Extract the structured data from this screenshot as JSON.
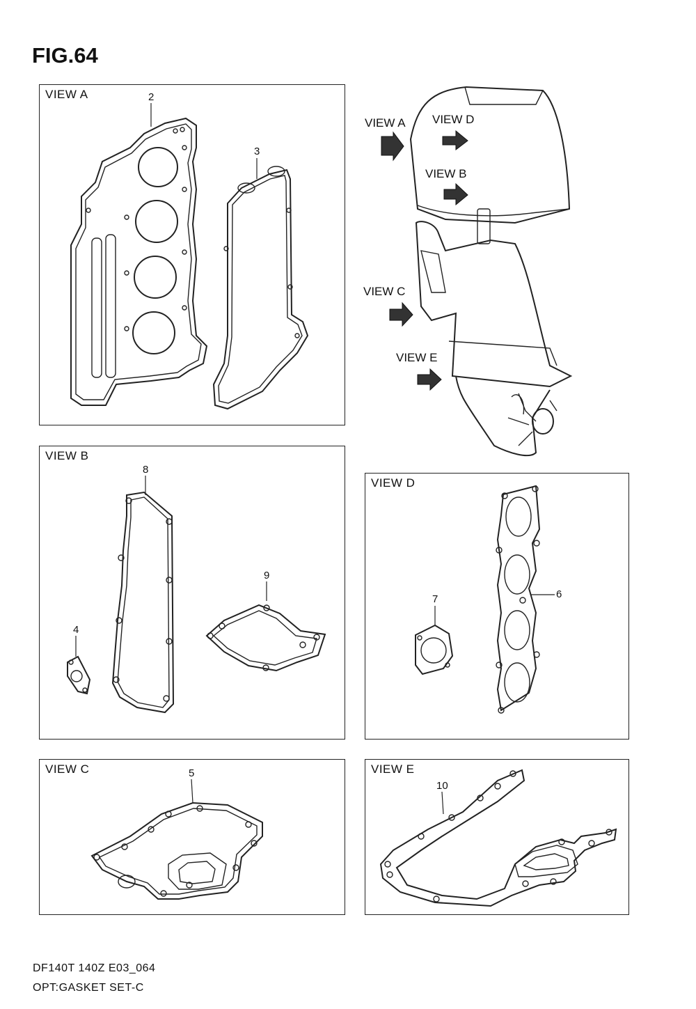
{
  "figure": {
    "title": "FIG.64"
  },
  "panels": {
    "view_a": {
      "label": "VIEW A",
      "parts": [
        "2",
        "3"
      ]
    },
    "view_b": {
      "label": "VIEW B",
      "parts": [
        "8",
        "9",
        "4"
      ]
    },
    "view_c": {
      "label": "VIEW C",
      "parts": [
        "5"
      ]
    },
    "view_d": {
      "label": "VIEW D",
      "parts": [
        "7",
        "6"
      ]
    },
    "view_e": {
      "label": "VIEW E",
      "parts": [
        "10"
      ]
    }
  },
  "engine_views": {
    "view_a": "VIEW A",
    "view_b": "VIEW B",
    "view_c": "VIEW C",
    "view_d": "VIEW D",
    "view_e": "VIEW E"
  },
  "footer": {
    "model": "DF140T 140Z E03_064",
    "description": "OPT:GASKET SET-C"
  }
}
